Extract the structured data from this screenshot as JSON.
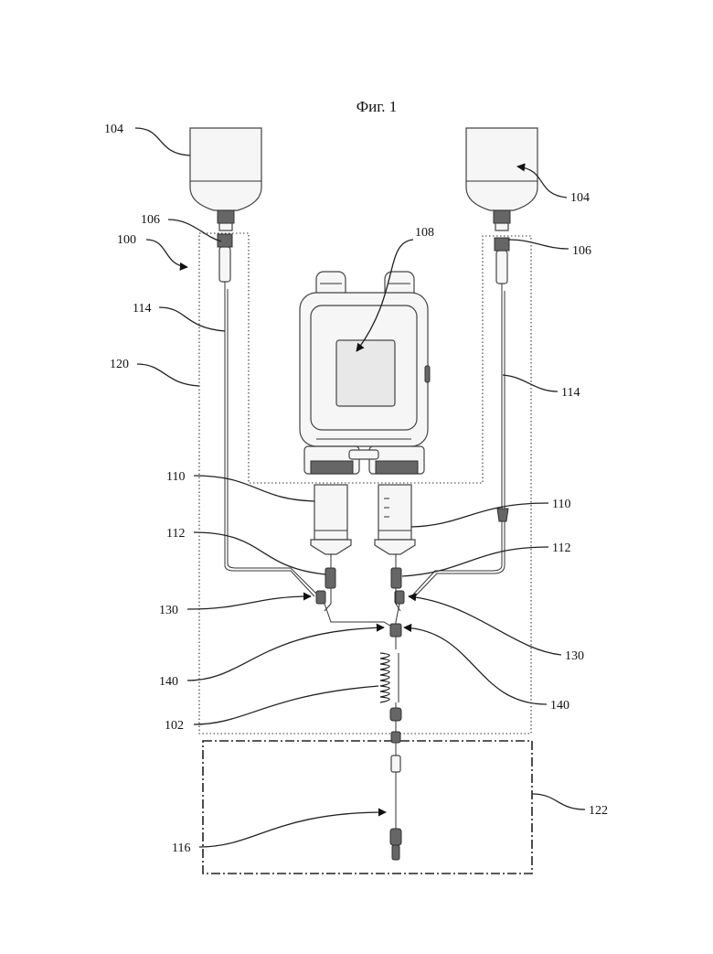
{
  "figure": {
    "title": "Фиг. 1",
    "labels": {
      "l104a": "104",
      "l104b": "104",
      "l106a": "106",
      "l106b": "106",
      "l100": "100",
      "l108": "108",
      "l114a": "114",
      "l114b": "114",
      "l120": "120",
      "l110a": "110",
      "l110b": "110",
      "l112a": "112",
      "l112b": "112",
      "l130a": "130",
      "l130b": "130",
      "l140a": "140",
      "l140b": "140",
      "l102": "102",
      "l122": "122",
      "l116": "116"
    }
  }
}
